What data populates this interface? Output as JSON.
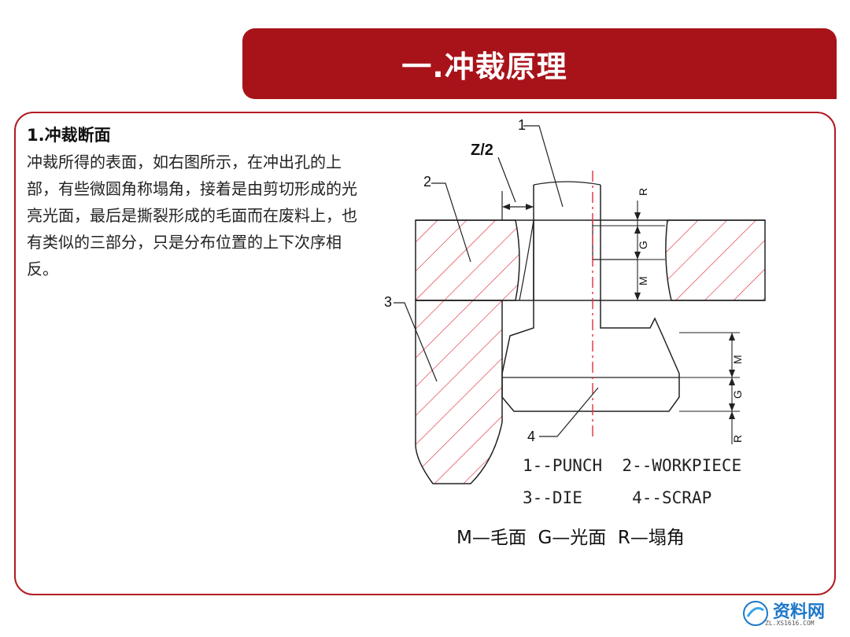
{
  "header": {
    "title": "一.冲裁原理"
  },
  "section": {
    "heading": "1.冲裁断面",
    "body": "冲裁所得的表面，如右图所示，在冲出孔的上部，有些微圆角称塌角，接着是由剪切形成的光亮光面，最后是撕裂形成的毛面而在废料上，也有类似的三部分，只是分布位置的上下次序相反。"
  },
  "diagram": {
    "clearance_label": "Z/2",
    "callouts": [
      "1",
      "2",
      "3",
      "4"
    ],
    "dim_labels_upper": [
      "R",
      "G",
      "M"
    ],
    "dim_labels_lower": [
      "M",
      "G",
      "R"
    ],
    "hatch_color": "#e0303a",
    "centerline_color": "#e0303a"
  },
  "legend": {
    "row1": "1--PUNCH  2--WORKPIECE",
    "row2": "3--DIE     4--SCRAP"
  },
  "abbreviations": "M—毛面  G—光面  R—塌角",
  "watermark": {
    "text": "资料网",
    "url": "ZL.XS1616.COM"
  },
  "colors": {
    "accent": "#a8131a",
    "frame": "#b01c22"
  }
}
